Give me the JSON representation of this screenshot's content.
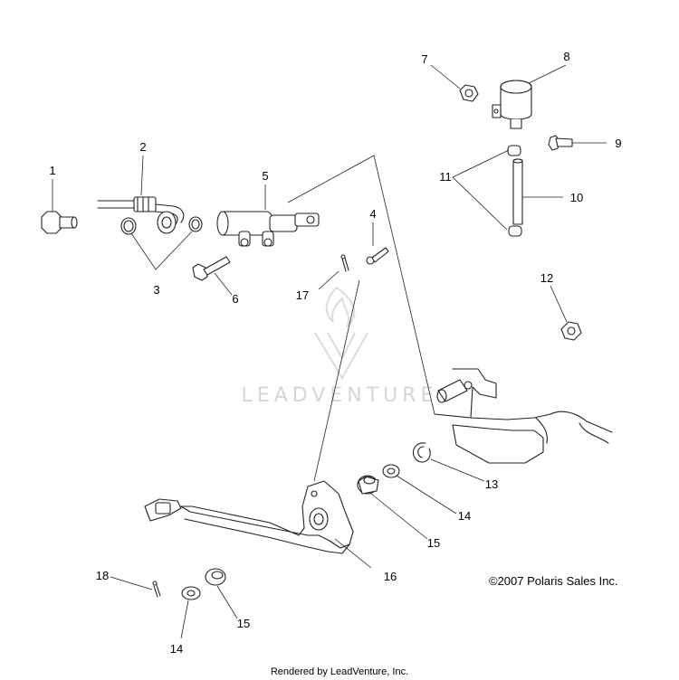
{
  "callouts": [
    "1",
    "2",
    "3",
    "4",
    "5",
    "6",
    "7",
    "8",
    "9",
    "10",
    "11",
    "12",
    "13",
    "14",
    "15",
    "16",
    "17",
    "18",
    "14",
    "15"
  ],
  "watermark": "LEADVENTURE",
  "copyright": "©2007 Polaris Sales Inc.",
  "footer": "Rendered by LeadVenture, Inc."
}
